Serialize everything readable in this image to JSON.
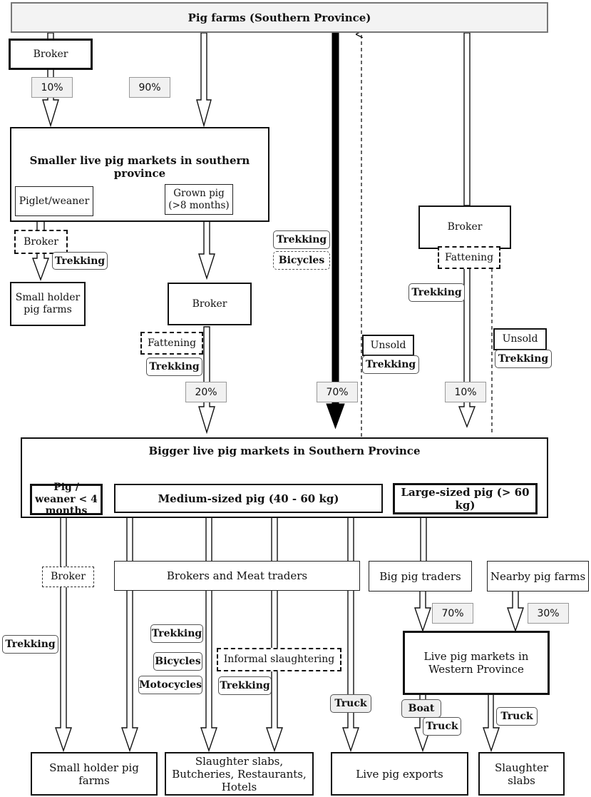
{
  "title": "Pig farms (Southern Province)",
  "top_broker": "Broker",
  "smaller_market": {
    "title": "Smaller live pig markets in southern province",
    "piglet": "Piglet/weaner",
    "grown": "Grown pig (>8 months)"
  },
  "small_broker": "Broker",
  "small_holder_top": "Small holder pig farms",
  "mid_broker": "Broker",
  "fattening_left": "Fattening",
  "right_broker": "Broker",
  "fattening_right": "Fattening",
  "unsold_mid": "Unsold",
  "unsold_right": "Unsold",
  "bigger_market": {
    "title": "Bigger live pig markets in Southern Province",
    "pig_weaner": "Pig / weaner < 4 months",
    "medium": "Medium-sized pig (40 - 60 kg)",
    "large": "Large-sized pig  (> 60 kg)"
  },
  "bottom_broker": "Broker",
  "brokers_meat": "Brokers and Meat traders",
  "big_traders": "Big pig traders",
  "nearby_farms": "Nearby pig farms",
  "western_market": "Live pig markets in Western Province",
  "informal": "Informal slaughtering",
  "destinations": {
    "small_holder": "Small holder pig farms",
    "slaughter_slabs_butcheries": "Slaughter slabs, Butcheries, Restaurants, Hotels",
    "exports": "Live pig exports",
    "slaughter_slabs": "Slaughter slabs"
  },
  "percents": {
    "p10_top": "10%",
    "p90": "90%",
    "p20": "20%",
    "p70_center": "70%",
    "p10_right": "10%",
    "p70_bottom": "70%",
    "p30": "30%"
  },
  "transport": {
    "trekking_small": "Trekking",
    "trekking_center": "Trekking",
    "bicycles_center": "Bicycles",
    "trekking_right": "Trekking",
    "trekking_fattening": "Trekking",
    "trekking_unsold_mid": "Trekking",
    "trekking_unsold_right": "Trekking",
    "trekking_left": "Trekking",
    "trekking_meat": "Trekking",
    "bicycles_meat": "Bicycles",
    "motocycles": "Motocycles",
    "trekking_informal": "Trekking",
    "truck_exports": "Truck",
    "boat": "Boat",
    "truck_western": "Truck",
    "truck_slabs": "Truck"
  }
}
